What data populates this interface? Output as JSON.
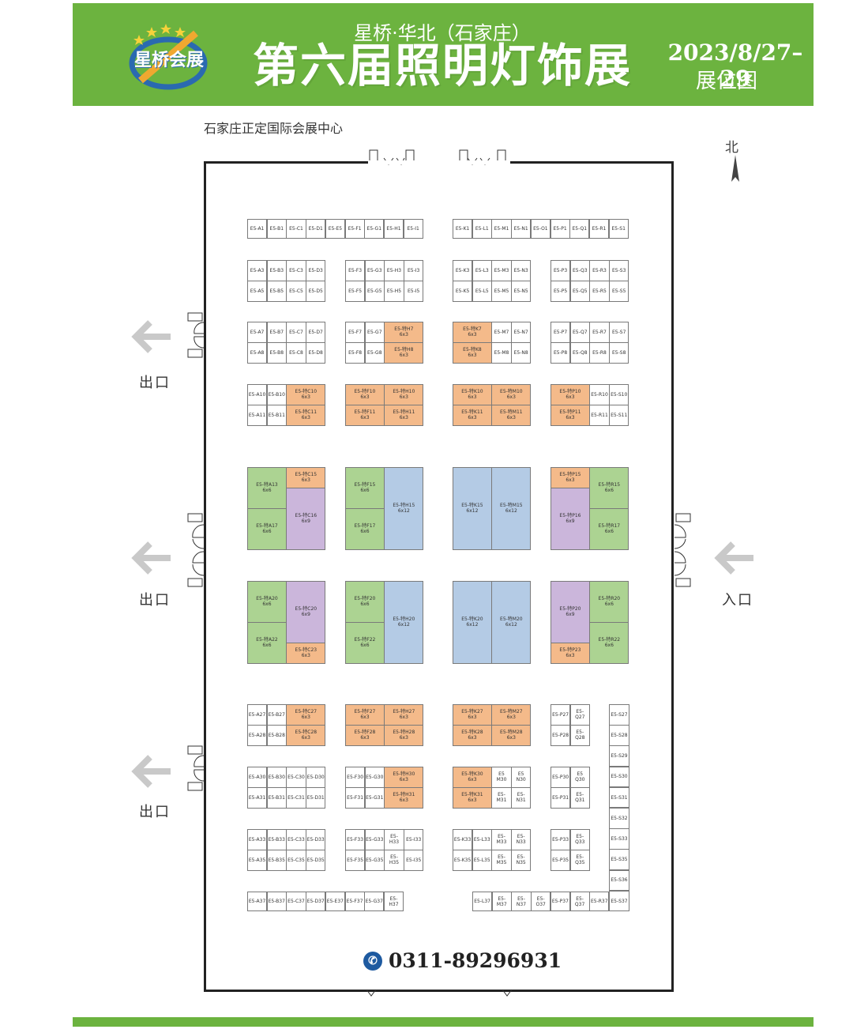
{
  "header": {
    "logo_text": "星桥会展",
    "subtitle": "星桥·华北（石家庄）",
    "title": "第六届照明灯饰展",
    "date": "2023/8/27–29",
    "plan_label": "展位图"
  },
  "venue": "石家庄正定国际会展中心",
  "compass": {
    "label": "北"
  },
  "exits": {
    "left_top": "出口",
    "left_mid": "出口",
    "left_bottom": "出口",
    "right_mid": "入口"
  },
  "phone": "0311-89296931",
  "colors": {
    "header_green": "#6cb33f",
    "orange": "#f4ba8a",
    "green": "#acd392",
    "purple": "#cbb6db",
    "blue": "#b4cbe5"
  },
  "booths": [
    [
      "E5-A1",
      "white"
    ],
    [
      "E5-B1",
      "white"
    ],
    [
      "E5-C1",
      "white"
    ],
    [
      "E5-D1",
      "white"
    ],
    [
      "E5-E5",
      "white"
    ],
    [
      "E5-F1",
      "white"
    ],
    [
      "E5-G1",
      "white"
    ],
    [
      "E5-H1",
      "white"
    ],
    [
      "E5-I1",
      "white"
    ],
    [
      "E5-K1",
      "white"
    ],
    [
      "E5-L1",
      "white"
    ],
    [
      "E5-M1",
      "white"
    ],
    [
      "E5-N1",
      "white"
    ],
    [
      "E5-O1",
      "white"
    ],
    [
      "E5-P1",
      "white"
    ],
    [
      "E5-Q1",
      "white"
    ],
    [
      "E5-R1",
      "white"
    ],
    [
      "E5-S1",
      "white"
    ],
    [
      "E5-A3",
      "white"
    ],
    [
      "E5-B3",
      "white"
    ],
    [
      "E5-C3",
      "white"
    ],
    [
      "E5-D3",
      "white"
    ],
    [
      "E5-A5",
      "white"
    ],
    [
      "E5-B5",
      "white"
    ],
    [
      "E5-C5",
      "white"
    ],
    [
      "E5-D5",
      "white"
    ],
    [
      "E5-F3",
      "white"
    ],
    [
      "E5-G3",
      "white"
    ],
    [
      "E5-H3",
      "white"
    ],
    [
      "E5-I3",
      "white"
    ],
    [
      "E5-F5",
      "white"
    ],
    [
      "E5-G5",
      "white"
    ],
    [
      "E5-H5",
      "white"
    ],
    [
      "E5-I5",
      "white"
    ],
    [
      "E5-K3",
      "white"
    ],
    [
      "E5-L3",
      "white"
    ],
    [
      "E5-M3",
      "white"
    ],
    [
      "E5-N3",
      "white"
    ],
    [
      "E5-K5",
      "white"
    ],
    [
      "E5-L5",
      "white"
    ],
    [
      "E5-M5",
      "white"
    ],
    [
      "E5-N5",
      "white"
    ],
    [
      "E5-P3",
      "white"
    ],
    [
      "E5-Q3",
      "white"
    ],
    [
      "E5-R3",
      "white"
    ],
    [
      "E5-S3",
      "white"
    ],
    [
      "E5-P5",
      "white"
    ],
    [
      "E5-Q5",
      "white"
    ],
    [
      "E5-R5",
      "white"
    ],
    [
      "E5-S5",
      "white"
    ],
    [
      "E5-A7",
      "white"
    ],
    [
      "E5-B7",
      "white"
    ],
    [
      "E5-C7",
      "white"
    ],
    [
      "E5-D7",
      "white"
    ],
    [
      "E5-A8",
      "white"
    ],
    [
      "E5-B8",
      "white"
    ],
    [
      "E5-C8",
      "white"
    ],
    [
      "E5-D8",
      "white"
    ],
    [
      "E5-F7",
      "white"
    ],
    [
      "E5-G7",
      "white"
    ],
    [
      "E5-特H7\n6x3",
      "orange"
    ],
    [
      "E5-F8",
      "white"
    ],
    [
      "E5-G8",
      "white"
    ],
    [
      "E5-特H8\n6x3",
      "orange"
    ],
    [
      "E5-特K7\n6x3",
      "orange"
    ],
    [
      "E5-M7",
      "white"
    ],
    [
      "E5-N7",
      "white"
    ],
    [
      "E5-特K8\n6x3",
      "orange"
    ],
    [
      "E5-M8",
      "white"
    ],
    [
      "E5-N8",
      "white"
    ],
    [
      "E5-P7",
      "white"
    ],
    [
      "E5-Q7",
      "white"
    ],
    [
      "E5-R7",
      "white"
    ],
    [
      "E5-S7",
      "white"
    ],
    [
      "E5-P8",
      "white"
    ],
    [
      "E5-Q8",
      "white"
    ],
    [
      "E5-R8",
      "white"
    ],
    [
      "E5-S8",
      "white"
    ],
    [
      "E5-A10",
      "white"
    ],
    [
      "E5-B10",
      "white"
    ],
    [
      "E5-特C10\n6x3",
      "orange"
    ],
    [
      "E5-A11",
      "white"
    ],
    [
      "E5-B11",
      "white"
    ],
    [
      "E5-特C11\n6x3",
      "orange"
    ],
    [
      "E5-特F10\n6x3",
      "orange"
    ],
    [
      "E5-特H10\n6x3",
      "orange"
    ],
    [
      "E5-特F11\n6x3",
      "orange"
    ],
    [
      "E5-特H11\n6x3",
      "orange"
    ],
    [
      "E5-特K10\n6x3",
      "orange"
    ],
    [
      "E5-特M10\n6x3",
      "orange"
    ],
    [
      "E5-特K11\n6x3",
      "orange"
    ],
    [
      "E5-特M11\n6x3",
      "orange"
    ],
    [
      "E5-特P10\n6x3",
      "orange"
    ],
    [
      "E5-R10",
      "white"
    ],
    [
      "E5-S10",
      "white"
    ],
    [
      "E5-特P11\n6x3",
      "orange"
    ],
    [
      "E5-R11",
      "white"
    ],
    [
      "E5-S11",
      "white"
    ],
    [
      "E5-特A13\n6x6",
      "green"
    ],
    [
      "E5-特C15\n6x3",
      "orange"
    ],
    [
      "E5-特C16\n6x9",
      "purple"
    ],
    [
      "E5-特A17\n6x6",
      "green"
    ],
    [
      "E5-特F15\n6x6",
      "green"
    ],
    [
      "E5-特H15\n6x12",
      "blue"
    ],
    [
      "E5-特F17\n6x6",
      "green"
    ],
    [
      "E5-特K15\n6x12",
      "blue"
    ],
    [
      "E5-特M15\n6x12",
      "blue"
    ],
    [
      "E5-特P15\n6x3",
      "orange"
    ],
    [
      "E5-特R15\n6x6",
      "green"
    ],
    [
      "E5-特P16\n6x9",
      "purple"
    ],
    [
      "E5-特R17\n6x6",
      "green"
    ],
    [
      "E5-特A20\n6x6",
      "green"
    ],
    [
      "E5-特C20\n6x9",
      "purple"
    ],
    [
      "E5-特A22\n6x6",
      "green"
    ],
    [
      "E5-特C23\n6x3",
      "orange"
    ],
    [
      "E5-特F20\n6x6",
      "green"
    ],
    [
      "E5-特H20\n6x12",
      "blue"
    ],
    [
      "E5-特F22\n6x6",
      "green"
    ],
    [
      "E5-特K20\n6x12",
      "blue"
    ],
    [
      "E5-特M20\n6x12",
      "blue"
    ],
    [
      "E5-特P20\n6x9",
      "purple"
    ],
    [
      "E5-特R20\n6x6",
      "green"
    ],
    [
      "E5-特P23\n6x3",
      "orange"
    ],
    [
      "E5-特R22\n6x6",
      "green"
    ],
    [
      "E5-A27",
      "white"
    ],
    [
      "E5-B27",
      "white"
    ],
    [
      "E5-特C27\n6x3",
      "orange"
    ],
    [
      "E5-A28",
      "white"
    ],
    [
      "E5-B28",
      "white"
    ],
    [
      "E5-特C28\n6x3",
      "orange"
    ],
    [
      "E5-特F27\n6x3",
      "orange"
    ],
    [
      "E5-特H27\n6x3",
      "orange"
    ],
    [
      "E5-特F28\n6x3",
      "orange"
    ],
    [
      "E5-特H28\n6x3",
      "orange"
    ],
    [
      "E5-特K27\n6x3",
      "orange"
    ],
    [
      "E5-特M27\n6x3",
      "orange"
    ],
    [
      "E5-特K28\n6x3",
      "orange"
    ],
    [
      "E5-特M28\n6x3",
      "orange"
    ],
    [
      "E5-P27",
      "white"
    ],
    [
      "E5-\nQ27",
      "white"
    ],
    [
      "E5-P28",
      "white"
    ],
    [
      "E5-\nQ28",
      "white"
    ],
    [
      "E5-S27",
      "white"
    ],
    [
      "E5-S28",
      "white"
    ],
    [
      "E5-S29",
      "white"
    ],
    [
      "E5-S30",
      "white"
    ],
    [
      "E5-S31",
      "white"
    ],
    [
      "E5-S32",
      "white"
    ],
    [
      "E5-S33",
      "white"
    ],
    [
      "E5-S35",
      "white"
    ],
    [
      "E5-S36",
      "white"
    ],
    [
      "E5-S37",
      "white"
    ],
    [
      "E5-A30",
      "white"
    ],
    [
      "E5-B30",
      "white"
    ],
    [
      "E5-C30",
      "white"
    ],
    [
      "E5-D30",
      "white"
    ],
    [
      "E5-A31",
      "white"
    ],
    [
      "E5-B31",
      "white"
    ],
    [
      "E5-C31",
      "white"
    ],
    [
      "E5-D31",
      "white"
    ],
    [
      "E5-F30",
      "white"
    ],
    [
      "E5-G30",
      "white"
    ],
    [
      "E5-特H30\n6x3",
      "orange"
    ],
    [
      "E5-F31",
      "white"
    ],
    [
      "E5-G31",
      "white"
    ],
    [
      "E5-特H31\n6x3",
      "orange"
    ],
    [
      "E5-特K30\n6x3",
      "orange"
    ],
    [
      "E5\nM30",
      "white"
    ],
    [
      "E5\nN30",
      "white"
    ],
    [
      "E5-特K31\n6x3",
      "orange"
    ],
    [
      "E5-\nM31",
      "white"
    ],
    [
      "E5-\nN31",
      "white"
    ],
    [
      "E5-P30",
      "white"
    ],
    [
      "E5\nQ30",
      "white"
    ],
    [
      "E5-P31",
      "white"
    ],
    [
      "E5-\nQ31",
      "white"
    ],
    [
      "E5-A33",
      "white"
    ],
    [
      "E5-B33",
      "white"
    ],
    [
      "E5-C33",
      "white"
    ],
    [
      "E5-D33",
      "white"
    ],
    [
      "E5-A35",
      "white"
    ],
    [
      "E5-B35",
      "white"
    ],
    [
      "E5-C35",
      "white"
    ],
    [
      "E5-D35",
      "white"
    ],
    [
      "E5-F33",
      "white"
    ],
    [
      "E5-G33",
      "white"
    ],
    [
      "E5-\nH33",
      "white"
    ],
    [
      "E5-I33",
      "white"
    ],
    [
      "E5-F35",
      "white"
    ],
    [
      "E5-G35",
      "white"
    ],
    [
      "E5-\nH35",
      "white"
    ],
    [
      "E5-I35",
      "white"
    ],
    [
      "E5-K33",
      "white"
    ],
    [
      "E5-L33",
      "white"
    ],
    [
      "E5-\nM33",
      "white"
    ],
    [
      "E5-\nN33",
      "white"
    ],
    [
      "E5-K35",
      "white"
    ],
    [
      "E5-L35",
      "white"
    ],
    [
      "E5-\nM35",
      "white"
    ],
    [
      "E5-\nN35",
      "white"
    ],
    [
      "E5-P33",
      "white"
    ],
    [
      "E5-\nQ33",
      "white"
    ],
    [
      "E5-P35",
      "white"
    ],
    [
      "E5-\nQ35",
      "white"
    ],
    [
      "E5-A37",
      "white"
    ],
    [
      "E5-B37",
      "white"
    ],
    [
      "E5-C37",
      "white"
    ],
    [
      "E5-D37",
      "white"
    ],
    [
      "E5-E37",
      "white"
    ],
    [
      "E5-F37",
      "white"
    ],
    [
      "E5-G37",
      "white"
    ],
    [
      "E5-\nH37",
      "white"
    ],
    [
      "E5-L37",
      "white"
    ],
    [
      "E5-\nM37",
      "white"
    ],
    [
      "E5-\nN37",
      "white"
    ],
    [
      "E5-\nO37",
      "white"
    ],
    [
      "E5-P37",
      "white"
    ],
    [
      "E5-\nQ37",
      "white"
    ],
    [
      "E5-R37",
      "white"
    ]
  ]
}
